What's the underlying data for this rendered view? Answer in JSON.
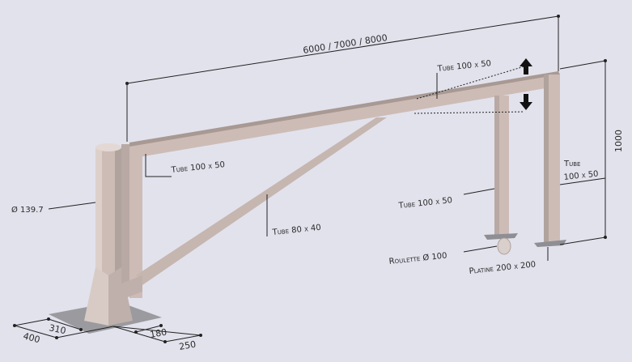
{
  "dimensions": {
    "length": "6000 / 7000 / 8000",
    "height": "1000",
    "base_400": "400",
    "base_310": "310",
    "base_180": "180",
    "base_250": "250"
  },
  "labels": {
    "post_diameter": "Ø 139.7",
    "top_tube_left": "Tube 100 x 50",
    "top_tube_right": "Tube 100 x 50",
    "diagonal_tube": "Tube 80 x 40",
    "wheel_leg_tube": "Tube 100 x 50",
    "end_post_tube_line1": "Tube",
    "end_post_tube_line2": "100 x 50",
    "wheel": "Roulette Ø 100",
    "plate": "Platine 200 x 200"
  },
  "colors": {
    "background": "#e2e2ed",
    "steel": "#cdbcb6",
    "steel_dark": "#a89994"
  }
}
